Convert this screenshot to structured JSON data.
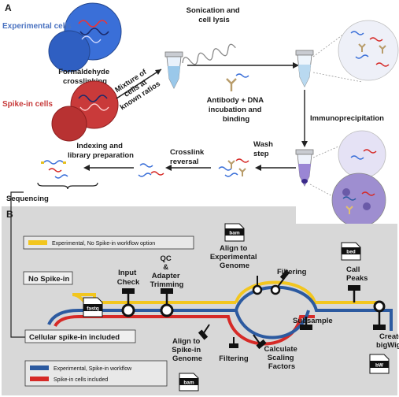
{
  "panel_a": {
    "letter": "A",
    "experimental_cells": "Experimental cells",
    "spike_in_cells": "Spike-in cells",
    "formaldehyde": [
      "Formaldehyde",
      "crosslinking"
    ],
    "mixture": [
      "Mixture of",
      "cells at",
      "known ratios"
    ],
    "sonication": [
      "Sonication and",
      "cell lysis"
    ],
    "antibody": [
      "Antibody + DNA",
      "incubation and",
      "binding"
    ],
    "immunoprecipitation": "Immunoprecipitation",
    "wash": [
      "Wash",
      "step"
    ],
    "crosslink_reversal": [
      "Crosslink",
      "reversal"
    ],
    "indexing": [
      "Indexing and",
      "library preparation"
    ],
    "sequencing": "Sequencing"
  },
  "panel_b": {
    "letter": "B",
    "legend_top": "Experimental, No Spike-in workflow option",
    "legend_blue": "Experimental, Spike-in workflow",
    "legend_red": "Spike-in cells included",
    "no_spike_in": "No Spike-in",
    "cellular_spike_in": "Cellular spike-in included",
    "steps": {
      "input_check": [
        "Input",
        "Check"
      ],
      "qc": [
        "QC",
        "&",
        "Adapter",
        "Trimming"
      ],
      "align_exp": [
        "Align to",
        "Experimental",
        "Genome"
      ],
      "filtering_top": "Filtering",
      "call_peaks": [
        "Call",
        "Peaks"
      ],
      "subsample": "Subsample",
      "create_bigwigs": [
        "Create",
        "bigWigs"
      ],
      "align_spike": [
        "Align to",
        "Spike-in",
        "Genome"
      ],
      "filtering_bottom": "Filtering",
      "scaling": [
        "Calculate",
        "Scaling",
        "Factors"
      ]
    },
    "files": {
      "bam_top": "bam",
      "bed": "bed",
      "fastq": "fastq",
      "bam_bottom": "bam",
      "bw": "bW"
    }
  },
  "colors": {
    "experimental_blue": "#2c5aa0",
    "spike_red": "#d62a27",
    "track_yellow": "#f2c61f",
    "panel_gray": "#d8d8d8",
    "text_blue": "#4a72c0",
    "text_red": "#c73a3a"
  }
}
